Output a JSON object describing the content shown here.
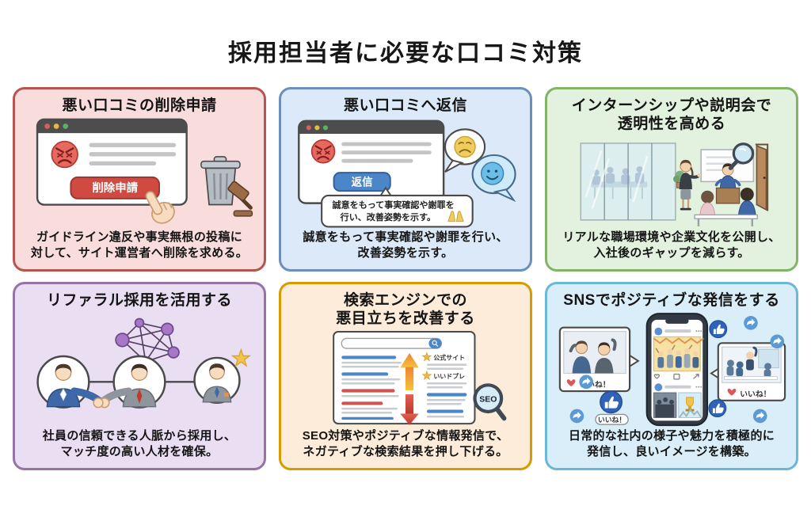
{
  "page": {
    "title": "採用担当者に必要な口コミ対策",
    "background": "#ffffff"
  },
  "cards": [
    {
      "id": "delete-request",
      "accent": "#b85450",
      "background": "#f9dcdc",
      "title": [
        "悪い口コミの削除申請"
      ],
      "description": [
        "ガイドライン違反や事実無根の投稿に",
        "対して、サイト運営者へ削除を求める。"
      ],
      "illustration": {
        "button_label": "削除申請",
        "button_color": "#cf4a41",
        "icons": [
          "browser-window",
          "angry-face",
          "pointer-hand",
          "trash-can",
          "gavel"
        ]
      }
    },
    {
      "id": "reply-to-review",
      "accent": "#6c8ebf",
      "background": "#dce9f8",
      "title": [
        "悪い口コミへ返信"
      ],
      "description": [
        "誠意をもって事実確認や謝罪を行い、",
        "改善姿勢を示す。"
      ],
      "illustration": {
        "button_label": "返信",
        "button_color": "#4a86c8",
        "tooltip": [
          "誠意をもって事実確認や謝罪を",
          "行い、改善姿勢を示す。"
        ],
        "tooltip_emoji": "🙏",
        "icons": [
          "browser-window",
          "angry-face",
          "sad-face-bubble",
          "smile-face-bubble"
        ]
      }
    },
    {
      "id": "internship-transparency",
      "accent": "#82b366",
      "background": "#e3f1df",
      "title": [
        "インターンシップや説明会で",
        "透明性を高める"
      ],
      "description": [
        "リアルな職場環境や企業文化を公開し、",
        "入社後のギャップを減らす。"
      ],
      "illustration": {
        "icons": [
          "glass-office",
          "meeting-people",
          "presenter",
          "whiteboard",
          "audience",
          "magnifier",
          "open-door"
        ]
      }
    },
    {
      "id": "referral-hiring",
      "accent": "#9673a6",
      "background": "#e9def2",
      "title": [
        "リファラル採用を活用する"
      ],
      "description": [
        "社員の信頼できる人脈から採用し、",
        "マッチ度の高い人材を確保。"
      ],
      "illustration": {
        "node_color": "#a678c8",
        "icons": [
          "network-graph",
          "handshake-businessmen",
          "candidate-with-star"
        ]
      }
    },
    {
      "id": "seo-improvement",
      "accent": "#d79b00",
      "background": "#fcecd9",
      "title": [
        "検索エンジンでの",
        "悪目立ちを改善する"
      ],
      "description": [
        "SEO対策やポジティブな情報発信で、",
        "ネガティブな検索結果を押し下げる。"
      ],
      "illustration": {
        "result_label_1": "公式サイト",
        "result_label_2": "いいドプレ",
        "seo_label": "SEO",
        "up_arrow_color": "#f0962f",
        "down_arrow_color": "#c9443a",
        "icons": [
          "search-results-page",
          "up-arrow",
          "down-arrow",
          "seo-magnifier"
        ]
      }
    },
    {
      "id": "sns-positive",
      "accent": "#6ab7d8",
      "background": "#d9eef8",
      "title": [
        "SNSでポジティブな発信をする"
      ],
      "description": [
        "日常的な社内の様子や魅力を積極的に",
        "発信し、良いイメージを構築。"
      ],
      "illustration": {
        "like_label": "いいね！",
        "like_blue": "#2f62b8",
        "icons": [
          "smartphone-feed",
          "photo-post",
          "like-heart",
          "thumbs-up",
          "share-arrow"
        ]
      }
    }
  ]
}
